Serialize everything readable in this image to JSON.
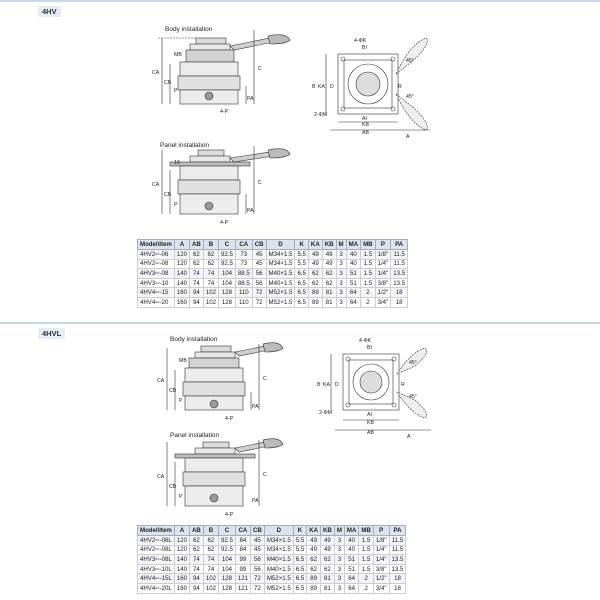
{
  "section1": {
    "tag": "4HV",
    "body_label": "Body installation",
    "panel_label": "Panel installation",
    "dims": [
      "MB",
      "CA",
      "CB",
      "C",
      "PA",
      "P",
      "4-P",
      "4-ΦK",
      "BI",
      "D",
      "KA",
      "B",
      "45°",
      "R",
      "2-ΦM",
      "AI",
      "KB",
      "AB",
      "A",
      "10"
    ],
    "table": {
      "columns": [
        "Model\\Item",
        "A",
        "AB",
        "B",
        "C",
        "CA",
        "CB",
        "D",
        "K",
        "KA",
        "KB",
        "M",
        "MA",
        "MB",
        "P",
        "PA"
      ],
      "rows": [
        [
          "4HV2▫▫-06",
          "120",
          "62",
          "62",
          "92.5",
          "73",
          "45",
          "M34×1.5",
          "5.5",
          "49",
          "49",
          "3",
          "40",
          "1.5",
          "1/8\"",
          "11.5"
        ],
        [
          "4HV2▫▫-08",
          "120",
          "62",
          "62",
          "92.5",
          "73",
          "45",
          "M34×1.5",
          "5.5",
          "49",
          "49",
          "3",
          "40",
          "1.5",
          "1/4\"",
          "11.5"
        ],
        [
          "4HV3▫▫-08",
          "140",
          "74",
          "74",
          "104",
          "88.5",
          "56",
          "M40×1.5",
          "6.5",
          "62",
          "62",
          "3",
          "51",
          "1.5",
          "1/4\"",
          "13.5"
        ],
        [
          "4HV3▫▫-10",
          "140",
          "74",
          "74",
          "104",
          "88.5",
          "56",
          "M40×1.5",
          "6.5",
          "62",
          "62",
          "3",
          "51",
          "1.5",
          "3/8\"",
          "13.5"
        ],
        [
          "4HV4▫▫-15",
          "160",
          "94",
          "102",
          "128",
          "110",
          "72",
          "M52×1.5",
          "6.5",
          "89",
          "81",
          "3",
          "64",
          "2",
          "1/2\"",
          "18"
        ],
        [
          "4HV4▫▫-20",
          "160",
          "94",
          "102",
          "128",
          "110",
          "72",
          "M52×1.5",
          "6.5",
          "89",
          "81",
          "3",
          "64",
          "2",
          "3/4\"",
          "18"
        ]
      ]
    }
  },
  "section2": {
    "tag": "4HVL",
    "body_label": "Body installation",
    "panel_label": "Panel installation",
    "dims": [
      "MB",
      "CA",
      "CB",
      "C",
      "PA",
      "P",
      "4-P",
      "4-ΦK",
      "BI",
      "D",
      "KA",
      "B",
      "45°",
      "R",
      "2-ΦM",
      "AI",
      "KB",
      "AB",
      "A"
    ],
    "table": {
      "columns": [
        "Model\\Item",
        "A",
        "AB",
        "B",
        "C",
        "CA",
        "CB",
        "D",
        "K",
        "KA",
        "KB",
        "M",
        "MA",
        "MB",
        "P",
        "PA"
      ],
      "rows": [
        [
          "4HV2▫▫-06L",
          "120",
          "62",
          "62",
          "92.5",
          "84",
          "45",
          "M34×1.5",
          "5.5",
          "49",
          "49",
          "3",
          "40",
          "1.5",
          "1/8\"",
          "11.5"
        ],
        [
          "4HV2▫▫-08L",
          "120",
          "62",
          "62",
          "92.5",
          "84",
          "45",
          "M34×1.5",
          "5.5",
          "49",
          "49",
          "3",
          "40",
          "1.5",
          "1/4\"",
          "11.5"
        ],
        [
          "4HV3▫▫-08L",
          "140",
          "74",
          "74",
          "104",
          "99",
          "56",
          "M40×1.5",
          "6.5",
          "62",
          "62",
          "3",
          "51",
          "1.5",
          "1/4\"",
          "13.5"
        ],
        [
          "4HV3▫▫-10L",
          "140",
          "74",
          "74",
          "104",
          "99",
          "56",
          "M40×1.5",
          "6.5",
          "62",
          "62",
          "3",
          "51",
          "1.5",
          "3/8\"",
          "13.5"
        ],
        [
          "4HV4▫▫-15L",
          "160",
          "94",
          "102",
          "128",
          "121",
          "72",
          "M52×1.5",
          "6.5",
          "89",
          "81",
          "3",
          "64",
          "2",
          "1/2\"",
          "18"
        ],
        [
          "4HV4▫▫-20L",
          "160",
          "94",
          "102",
          "128",
          "121",
          "72",
          "M52×1.5",
          "6.5",
          "89",
          "81",
          "3",
          "64",
          "2",
          "3/4\"",
          "18"
        ]
      ]
    }
  }
}
